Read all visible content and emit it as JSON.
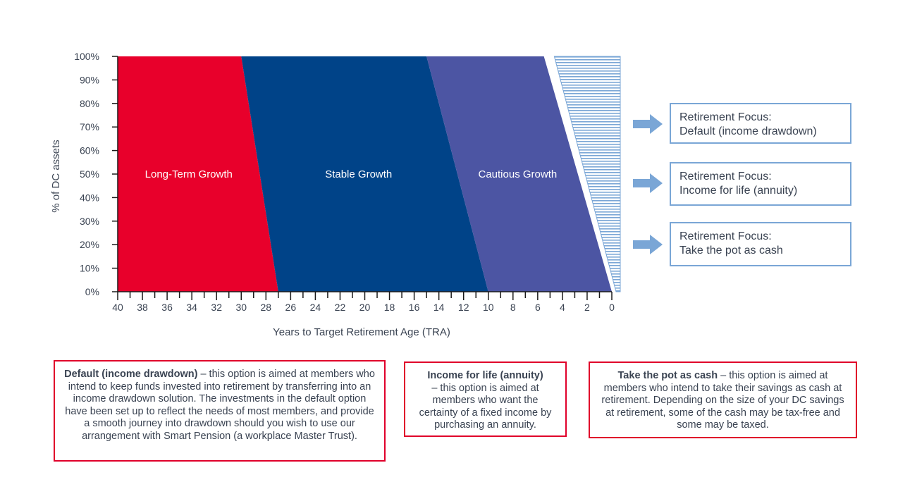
{
  "chart_data": {
    "type": "area",
    "xlabel": "Years to Target Retirement Age (TRA)",
    "ylabel": "% of DC assets",
    "xlim": [
      40,
      0
    ],
    "ylim": [
      0,
      100
    ],
    "x_ticks": [
      40,
      38,
      36,
      34,
      32,
      30,
      28,
      26,
      24,
      22,
      20,
      18,
      16,
      14,
      12,
      10,
      8,
      6,
      4,
      2,
      0
    ],
    "y_ticks": [
      "0%",
      "10%",
      "20%",
      "30%",
      "40%",
      "50%",
      "60%",
      "70%",
      "80%",
      "90%",
      "100%"
    ],
    "bands": [
      {
        "name": "Long-Term Growth",
        "color": "#e8002b",
        "top_from": 40,
        "top_to": 30,
        "bottom_from": 40,
        "bottom_to": 27
      },
      {
        "name": "Stable Growth",
        "color": "#004388",
        "top_from": 30,
        "top_to": 15,
        "bottom_from": 27,
        "bottom_to": 10
      },
      {
        "name": "Cautious Growth",
        "color": "#4c55a3",
        "top_from": 15,
        "top_to": 5.5,
        "bottom_from": 10,
        "bottom_to": 0
      },
      {
        "name": "",
        "color": "#7aa6d6",
        "hatched": true,
        "top_from": 5,
        "top_to": 0,
        "bottom_from": 0,
        "bottom_to": 0
      }
    ]
  },
  "focus": [
    {
      "line1": "Retirement Focus:",
      "line2": "Default (income drawdown)"
    },
    {
      "line1": "Retirement Focus:",
      "line2": "Income for life (annuity)"
    },
    {
      "line1": "Retirement Focus:",
      "line2": "Take the pot as cash"
    }
  ],
  "descriptions": [
    {
      "title": "Default (income drawdown)",
      "text": " – this option is aimed at members who intend to keep funds invested into retirement by transferring into an income drawdown solution. The investments in the default option have been set up to reflect the needs of most members, and provide a smooth journey into drawdown should you wish to use our arrangement with Smart Pension (a workplace Master Trust)."
    },
    {
      "title": "Income for life (annuity)",
      "text": " – this option is aimed at members who want the certainty of a fixed income by purchasing an annuity."
    },
    {
      "title": "Take the pot as cash",
      "text": " – this option is aimed at members who intend to take their savings as cash at retirement. Depending on the size of your DC savings at retirement, some of the cash may be tax-free and some may be taxed."
    }
  ],
  "colors": {
    "axis": "#1a1a1a",
    "text": "#3a4352",
    "arrow": "#7aa6d6",
    "box_border_blue": "#7aa6d6",
    "box_border_red": "#e0002a"
  }
}
